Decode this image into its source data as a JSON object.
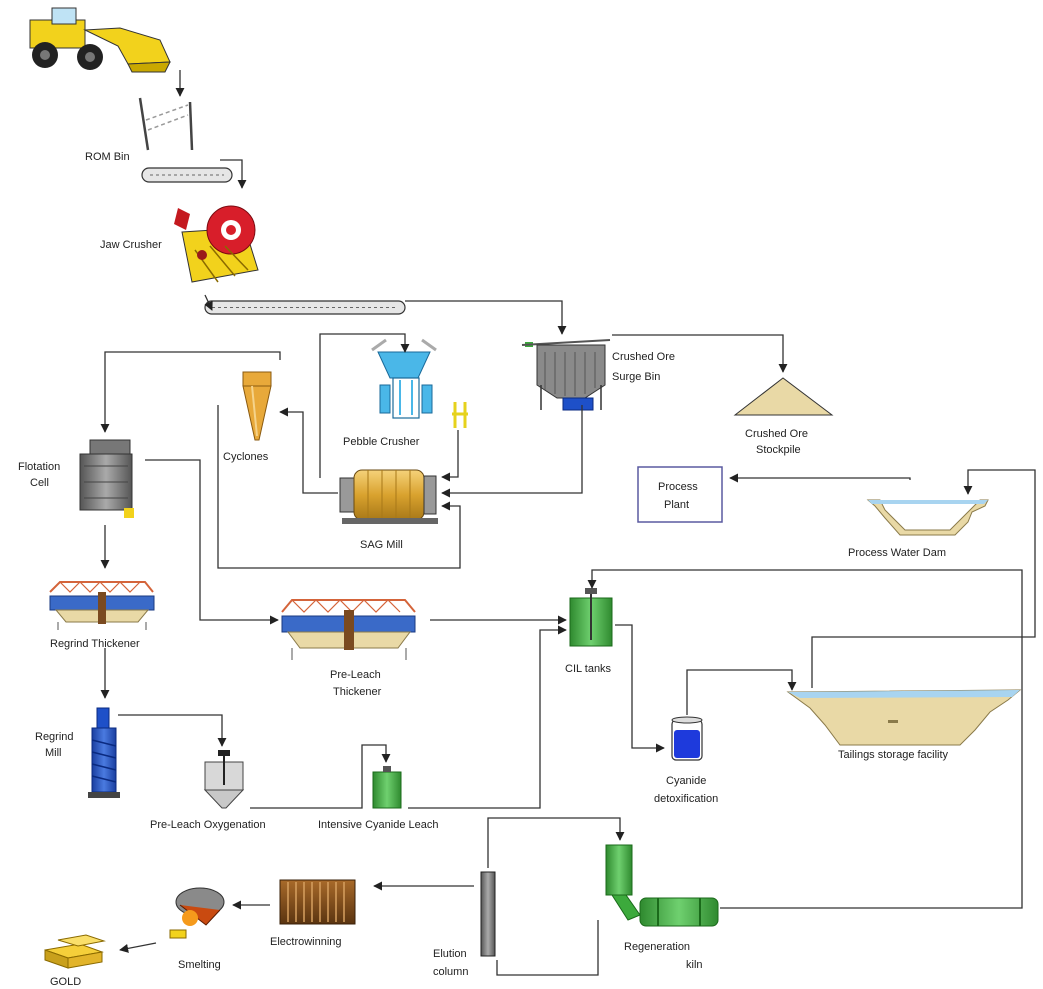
{
  "diagram": {
    "labels": {
      "rom_bin": "ROM Bin",
      "jaw_crusher": "Jaw Crusher",
      "crushed_ore_surge_bin_1": "Crushed Ore",
      "crushed_ore_surge_bin_2": "Surge Bin",
      "crushed_ore_stockpile_1": "Crushed Ore",
      "crushed_ore_stockpile_2": "Stockpile",
      "pebble_crusher": "Pebble Crusher",
      "cyclones": "Cyclones",
      "sag_mill": "SAG Mill",
      "flotation_cell_1": "Flotation",
      "flotation_cell_2": "Cell",
      "process_plant_1": "Process",
      "process_plant_2": "Plant",
      "process_water_dam": "Process Water Dam",
      "regrind_thickener": "Regrind Thickener",
      "pre_leach_thickener_1": "Pre-Leach",
      "pre_leach_thickener_2": "Thickener",
      "cil_tanks": "CIL tanks",
      "tailings_storage_facility": "Tailings storage facility",
      "regrind_mill_1": "Regrind",
      "regrind_mill_2": "Mill",
      "pre_leach_oxygenation": "Pre-Leach Oxygenation",
      "intensive_cyanide_leach": "Intensive Cyanide Leach",
      "cyanide_detox_1": "Cyanide",
      "cyanide_detox_2": "detoxification",
      "electrowinning": "Electrowinning",
      "smelting": "Smelting",
      "gold": "GOLD",
      "elution_column_1": "Elution",
      "elution_column_2": "column",
      "regeneration_kiln_1": "Regeneration",
      "regeneration_kiln_2": "kiln"
    },
    "colors": {
      "arrow": "#333333",
      "loader_yellow": "#f2d21c",
      "green_tank": "#3caa3c",
      "blue_tank": "#1e50c8",
      "ore_tan": "#e9d9a6",
      "water_blue": "#a8d4f0",
      "mill_yellow": "#e6b83a",
      "cyclone_orange": "#e8a93a",
      "plant_box_border": "#5a5aa0"
    }
  }
}
